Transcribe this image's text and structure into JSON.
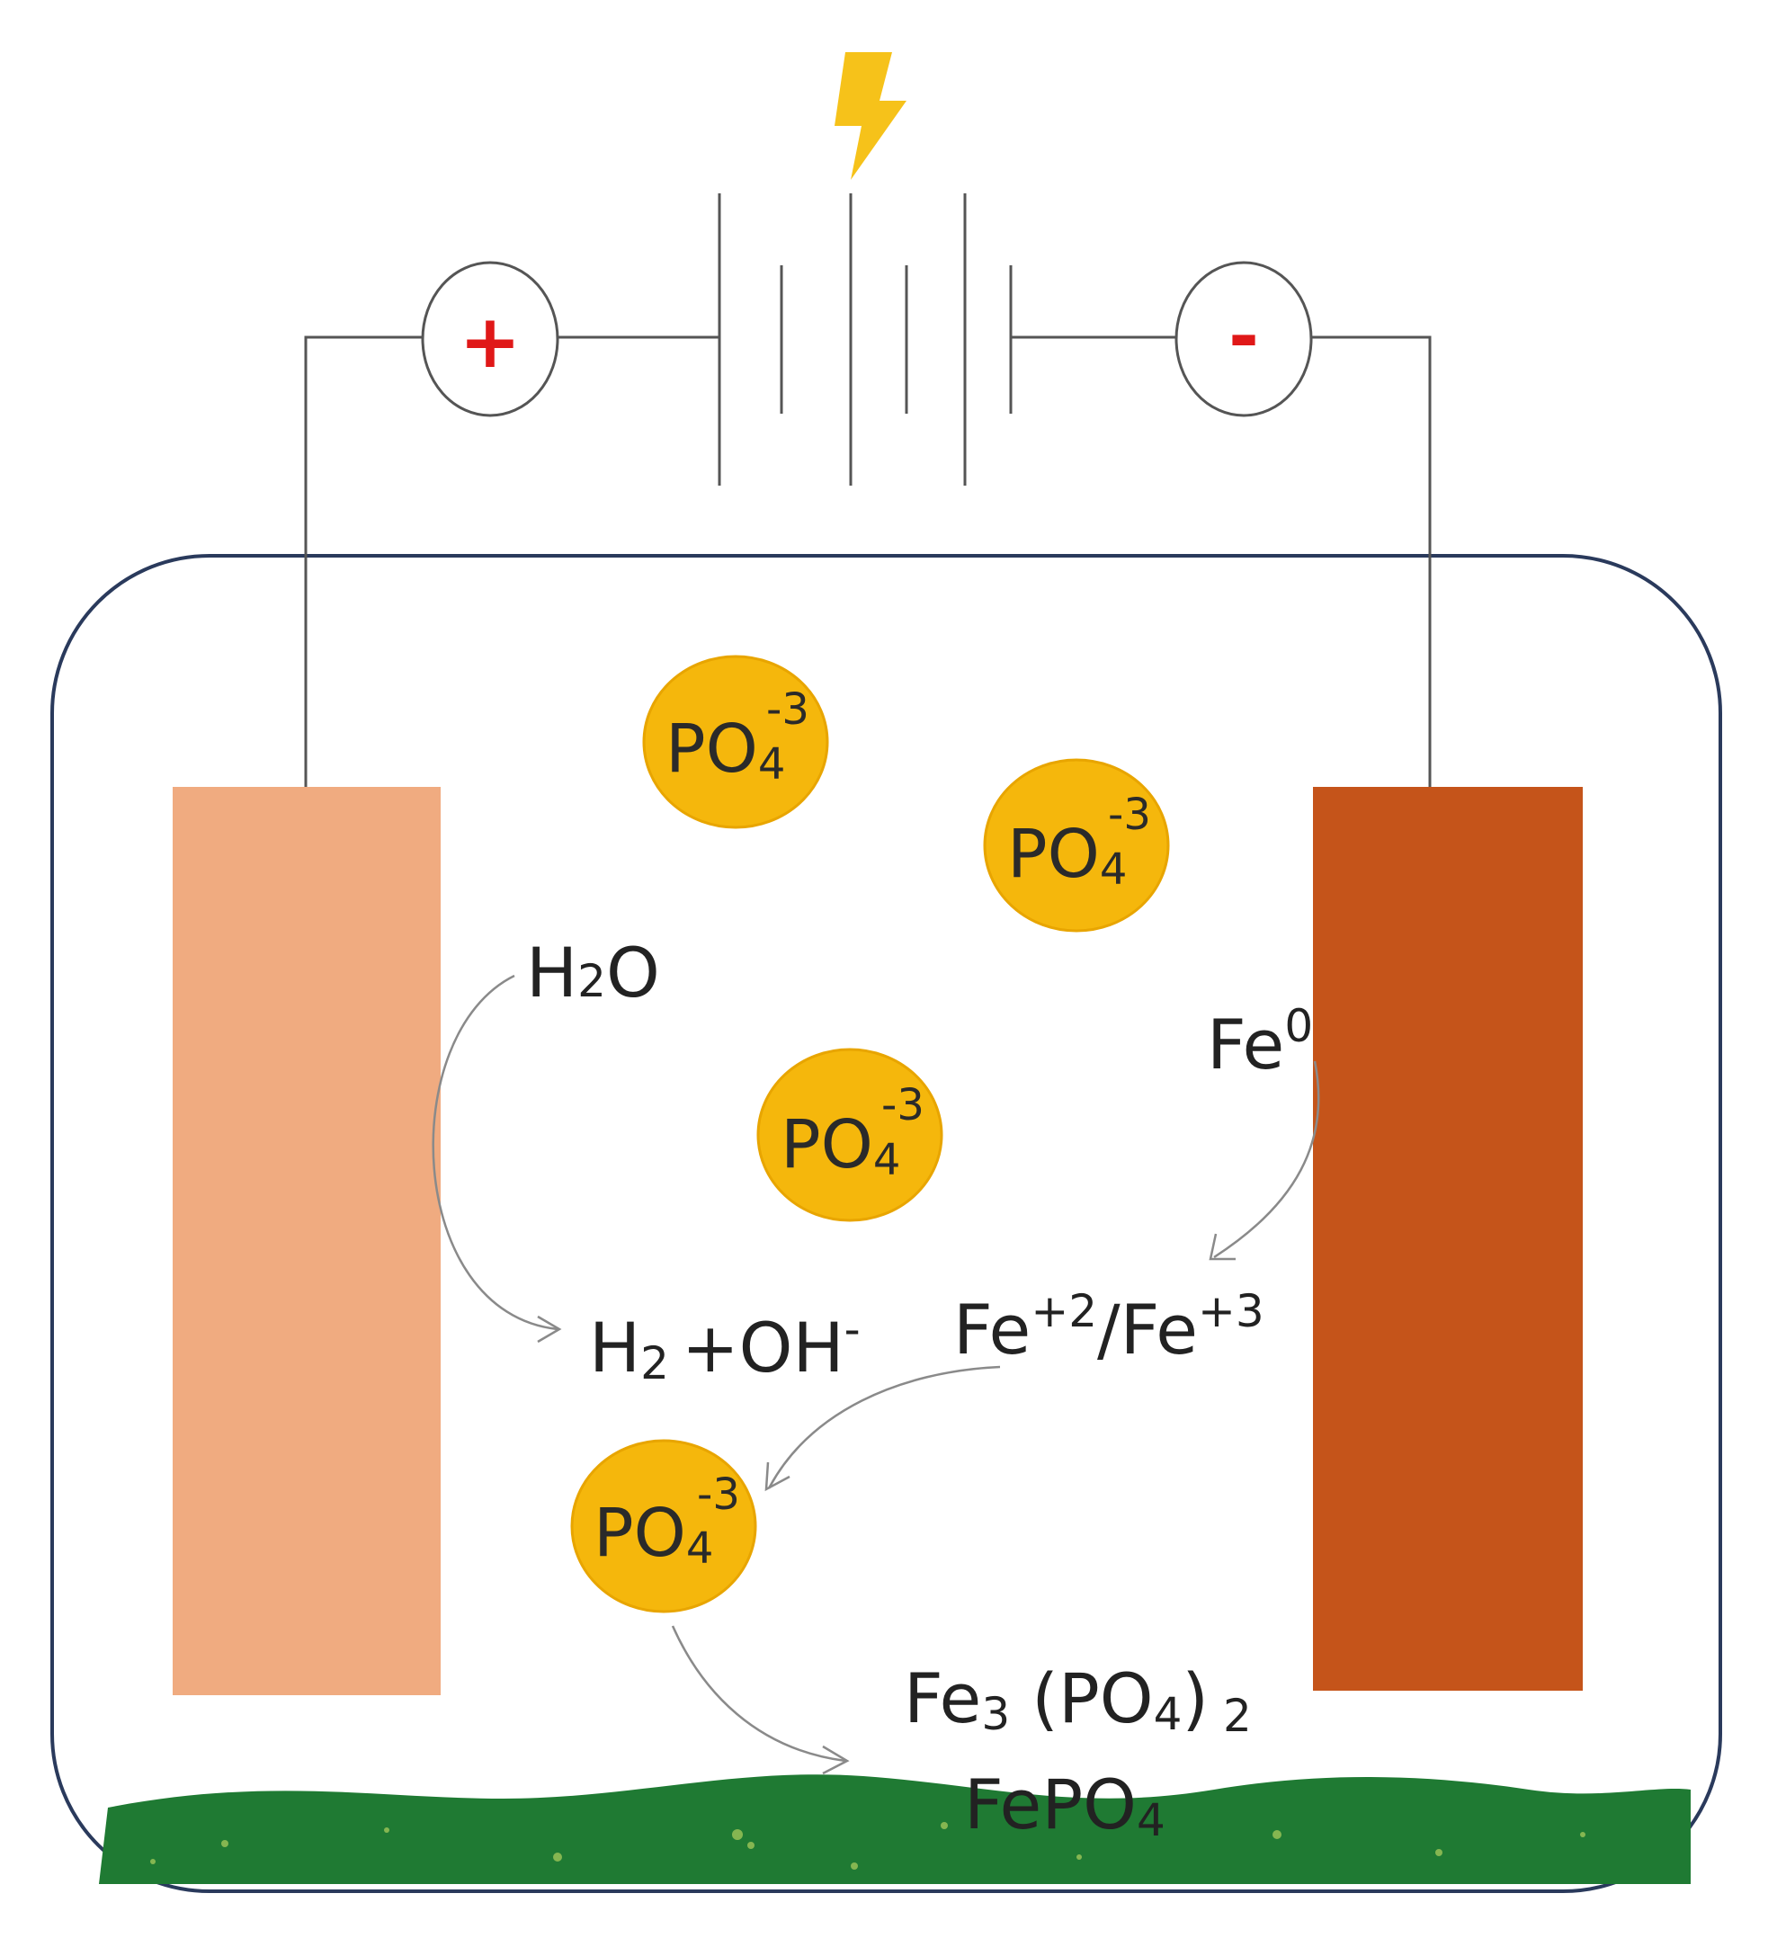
{
  "battery": {
    "positive_terminal": "+",
    "negative_terminal": "-",
    "icon": "lightning-bolt-icon"
  },
  "ion": {
    "base": "PO",
    "subscript": "4",
    "charge": "-3"
  },
  "anode_reaction": {
    "reactant_main": "H",
    "reactant_sub": "2",
    "reactant_tail": "O",
    "product_h": "H",
    "product_h_sub": "2",
    "product_plus": "+",
    "product_oh": "OH",
    "product_oh_sup": "-"
  },
  "cathode_reaction": {
    "fe_base": "Fe",
    "fe_sup": "0",
    "ion_a": "Fe",
    "ion_a_sup": "+2",
    "slash": "/",
    "ion_b": "Fe",
    "ion_b_sup": "+3"
  },
  "precipitate": {
    "line1_a": "Fe",
    "line1_sub1": "3",
    "line1_b": " (PO",
    "line1_sub2": "4",
    "line1_c": ")",
    "line1_sub3": " 2",
    "line2_a": "FePO",
    "line2_sub": "4"
  },
  "colors": {
    "anode": "#f0ab80",
    "cathode": "#c5541a",
    "ion_fill": "#f5b70c",
    "sludge": "#1f7a33",
    "tank_outline": "#2a3a5c",
    "wire": "#555555",
    "bolt": "#f6c21a"
  }
}
